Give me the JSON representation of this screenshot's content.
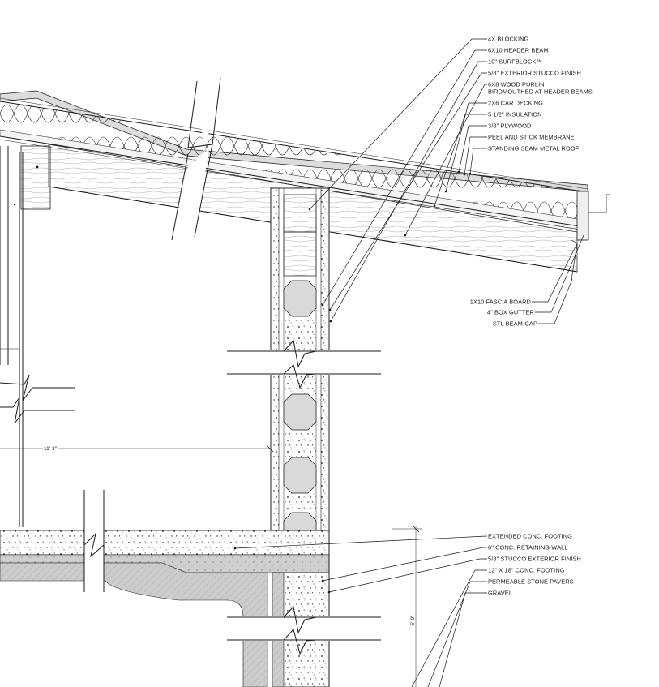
{
  "roof_callouts": [
    "4X BLOCKING",
    "6X10 HEADER BEAM",
    "10\" SURFBLOCK™",
    "5/8\" EXTERIOR STUCCO FINISH",
    "6X8 WOOD PURLIN",
    "BIRDMOUTHED AT HEADER BEAMS",
    "2X6 CAR DECKING",
    "5 1/2\" INSULATION",
    "3/8\" PLYWOOD",
    "PEEL AND STICK MEMBRANE",
    "STANDING SEAM METAL ROOF"
  ],
  "eave_callouts": [
    "1X10 FASCIA BOARD",
    "4\" BOX GUTTER",
    "STL BEAM-CAP"
  ],
  "foundation_callouts": [
    "EXTENDED CONC. FOOTING",
    "6\" CONC. RETAINING WALL",
    "5/8\" STUCCO EXTERIOR FINISH",
    "12\" X 18\" CONC. FOOTING",
    "PERMEABLE STONE PAVERS",
    "GRAVEL"
  ],
  "dimensions": {
    "span": "11'-3\"",
    "footing_depth": "5'-0\""
  },
  "colors": {
    "line": "#1a1a1a",
    "concrete_gray": "#c8c8c8",
    "block_fill": "#d9d9d9",
    "beam_fill": "#efefef",
    "paper": "#ffffff"
  }
}
